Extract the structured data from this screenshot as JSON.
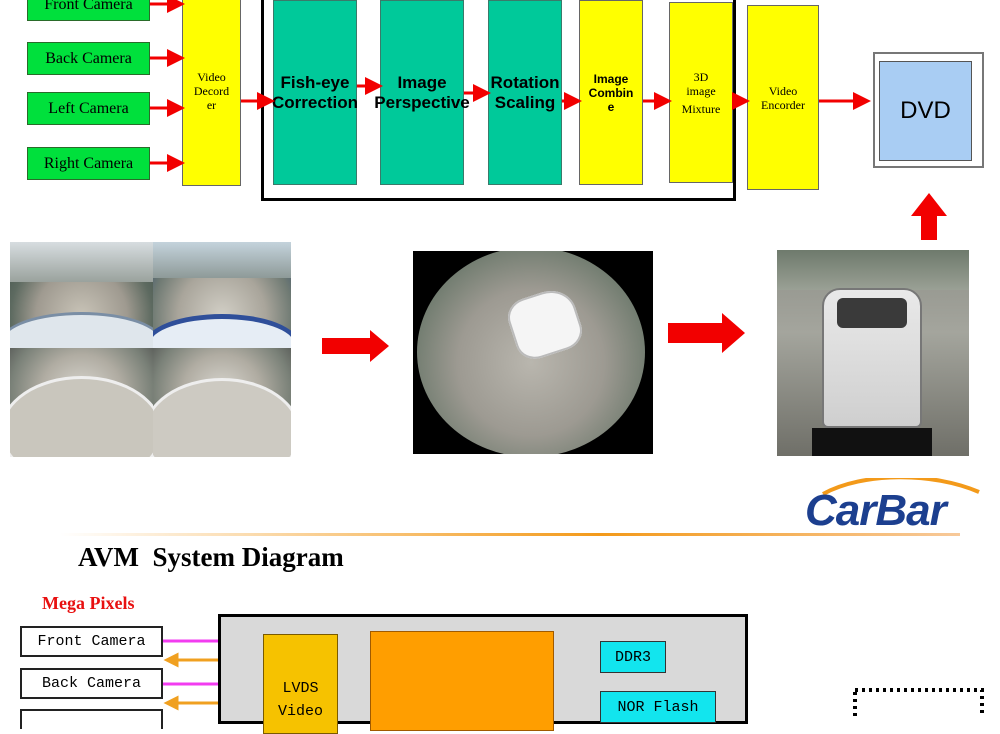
{
  "top_flow": {
    "cameras": [
      "Front Camera",
      "Back Camera",
      "Left Camera",
      "Right Camera"
    ],
    "decoder": [
      "Video",
      "Decord",
      "er"
    ],
    "stages": [
      [
        "Fish-eye",
        "Correction"
      ],
      [
        "Image",
        "Perspective"
      ],
      [
        "Rotation",
        "Scaling"
      ]
    ],
    "combine": [
      "Image",
      "Combin",
      "e"
    ],
    "mixture": [
      "3D",
      "image",
      "Mixture"
    ],
    "encoder": [
      "Video",
      "Encorder"
    ],
    "output": "DVD"
  },
  "brand": {
    "logo": "CarBar"
  },
  "system": {
    "title": "AVM  System Diagram",
    "mega_pixels": "Mega Pixels",
    "cameras": [
      "Front Camera",
      "Back Camera"
    ],
    "lvds": [
      "LVDS",
      "Video"
    ],
    "memory": [
      "DDR3",
      "NOR Flash"
    ]
  },
  "colors": {
    "camera_green": "#00e03c",
    "stage_yellow": "#ffff00",
    "process_teal": "#00c99a",
    "arrow_red": "#f20000",
    "dvd_blue": "#a9cdf3",
    "soc_orange": "#ff9e00",
    "magenta": "#f23cf0",
    "memory_cyan": "#12e5ee",
    "brand_blue": "#1c3f8f"
  }
}
